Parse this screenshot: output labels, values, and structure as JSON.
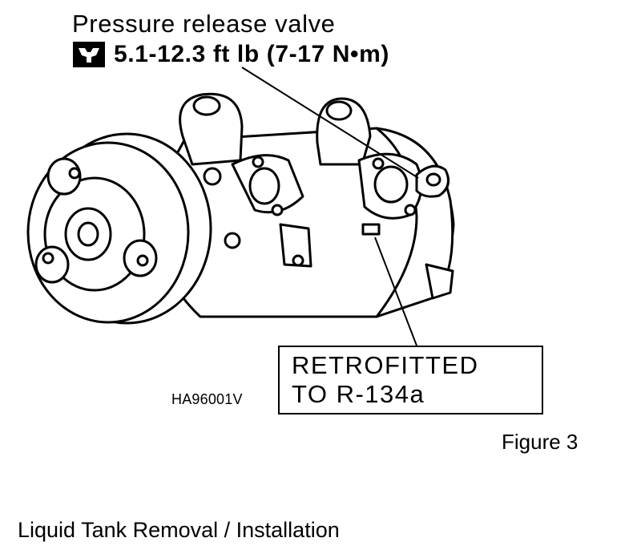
{
  "labels": {
    "title": "Pressure release valve",
    "torque_icon": "torque-wrench-icon",
    "torque": "5.1-12.3 ft lb (7-17 N•m)",
    "part_number": "HA96001V",
    "retrofit_line1": "RETROFITTED",
    "retrofit_line2": "TO R-134a",
    "figure": "Figure 3"
  },
  "caption": "Liquid Tank Removal / Installation"
}
